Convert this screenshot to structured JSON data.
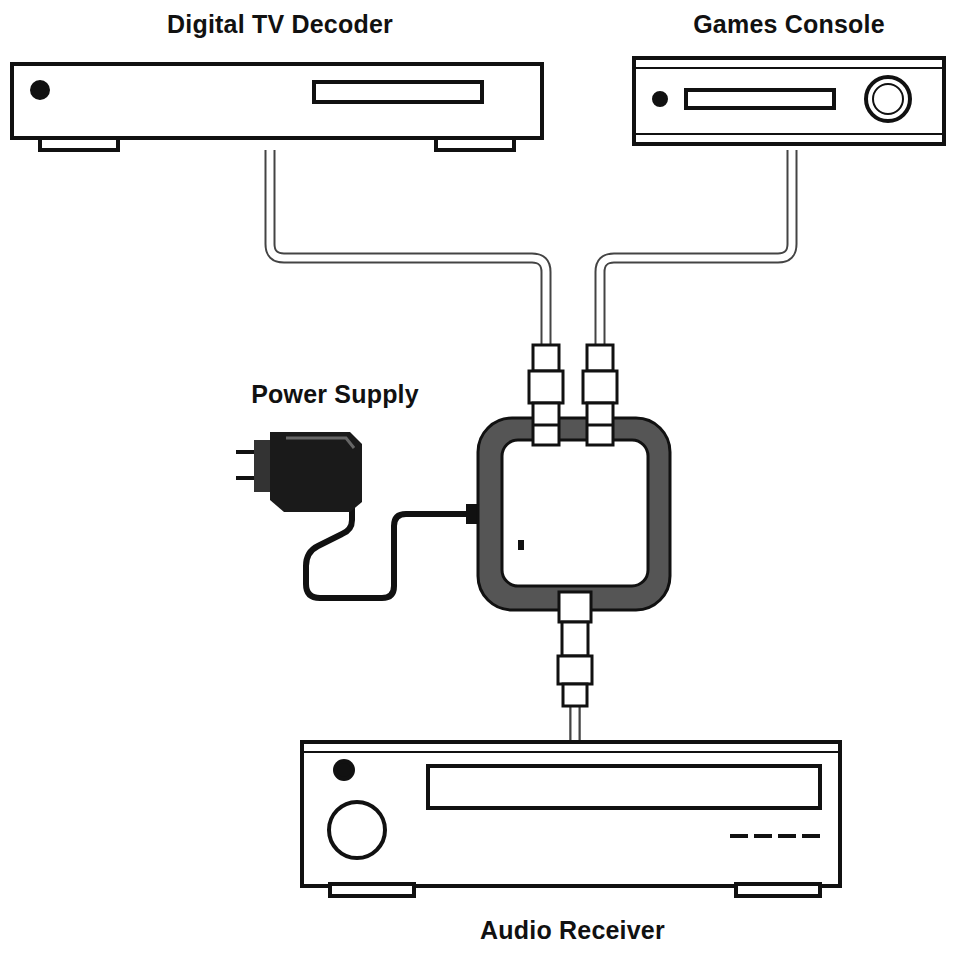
{
  "diagram": {
    "nodes": [
      {
        "text": [
          "Digital TV Decoder"
        ]
      },
      {
        "text": [
          "Games Console"
        ]
      },
      {
        "text": [
          "Power Supply"
        ]
      },
      {
        "text": [
          "Audio Receiver"
        ]
      }
    ],
    "edges": [
      {
        "from": 0,
        "to": 3,
        "arrow": "none"
      },
      {
        "from": 1,
        "to": 3,
        "arrow": "none"
      }
    ]
  }
}
